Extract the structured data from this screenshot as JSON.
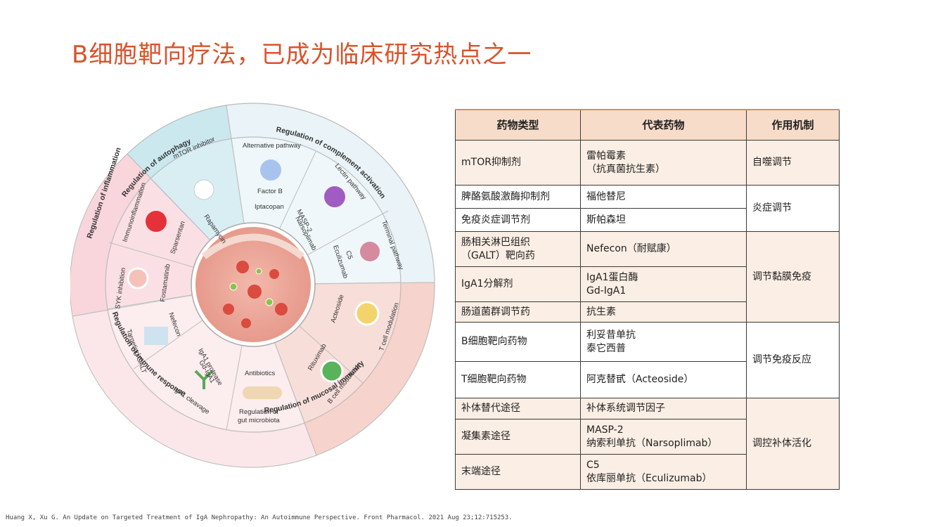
{
  "title": "B细胞靶向疗法，已成为临床研究热点之一",
  "diagram": {
    "sectors": {
      "autophagy": "Regulation of autophagy",
      "complement": "Regulation of complement activation",
      "immune": "Regulation of immune response",
      "mucosal": "Regulation of mucosal immunity",
      "inflammation": "Regulation of inflammation"
    },
    "labels": {
      "mtor": "mTOR inhibitor",
      "rapamycin": "Rapamycin",
      "alternative": "Alternative pathway",
      "factorb": "Factor B",
      "iptacopan": "Iptacopan",
      "lectin": "Lectin pathway",
      "masp2": "MASP-2",
      "narsoplimab": "Narsoplimab",
      "terminal": "Terminal pathway",
      "c5": "C5",
      "eculizumab": "Eculizumab",
      "acteoside": "Acteoside",
      "tcell": "T cell modulation",
      "rituximab": "Rituximab",
      "bcell": "B cell modulation",
      "antibiotics": "Antibiotics",
      "gut": "Regulation of",
      "gut2": "gut microbiota",
      "protease": "IgA1 protease",
      "gdiga1": "Gd-IgA1",
      "cleavage": "IgA1 cleavage",
      "nefecon": "Nefecon",
      "galt": "Targeting GALT",
      "syk": "SYK inhibition",
      "fostamatinib": "Fostamatinib",
      "immunoinflam": "Immunoinflammation",
      "sparsentan": "Sparsentan"
    }
  },
  "table": {
    "headers": [
      "药物类型",
      "代表药物",
      "作用机制"
    ],
    "rows": {
      "r1": {
        "type": "mTOR抑制剂",
        "drug1": "雷帕霉素",
        "drug2": "（抗真菌抗生素）",
        "mech": "自噬调节"
      },
      "r2": {
        "type": "脾酪氨酸激酶抑制剂",
        "drug": "福他替尼",
        "mech": "炎症调节"
      },
      "r3": {
        "type": "免疫炎症调节剂",
        "drug": "斯帕森坦"
      },
      "r4": {
        "type1": "肠相关淋巴组织",
        "type2": "（GALT）靶向药",
        "drug": "Nefecon（耐赋康）",
        "mech": "调节黏膜免疫"
      },
      "r5": {
        "type": "IgA1分解剂",
        "drug1": "IgA1蛋白酶",
        "drug2": "Gd-IgA1"
      },
      "r6": {
        "type": "肠道菌群调节药",
        "drug": "抗生素"
      },
      "r7": {
        "type": "B细胞靶向药物",
        "drug1": "利妥昔单抗",
        "drug2": "泰它西普",
        "mech": "调节免疫反应"
      },
      "r8": {
        "type": "T细胞靶向药物",
        "drug": "阿克替甙（Acteoside）"
      },
      "r9": {
        "type": "补体替代途径",
        "drug": "补体系统调节因子",
        "mech": "调控补体活化"
      },
      "r10": {
        "type": "凝集素途径",
        "drug1": "MASP-2",
        "drug2": "纳索利单抗（Narsoplimab）"
      },
      "r11": {
        "type": "末端途径",
        "drug1": "C5",
        "drug2": "依库丽单抗（Eculizumab）"
      }
    }
  },
  "footer": "Huang X, Xu G. An Update on Targeted Treatment of IgA Nephropathy: An Autoimmune Perspective. Front Pharmacol. 2021 Aug 23;12:715253.",
  "colors": {
    "title": "#d9532b",
    "header_bg": "#f7dcc9",
    "row_bg": "#fbeee4",
    "autophagy": "#cbe8ef",
    "inflammation": "#f7d2d8",
    "immune": "#f5c9c2"
  }
}
